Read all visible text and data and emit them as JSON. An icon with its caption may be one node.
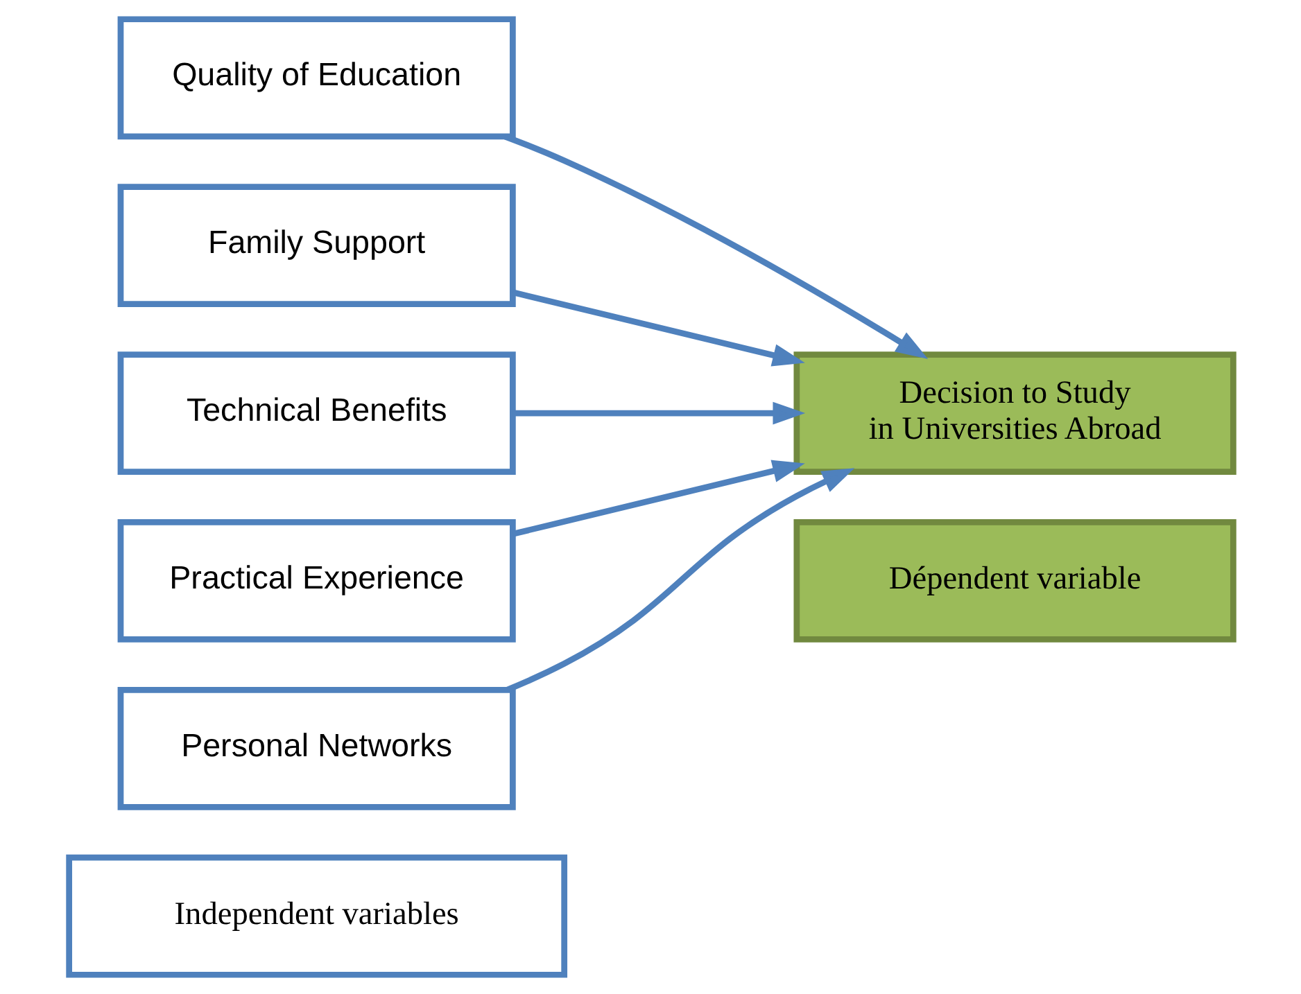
{
  "diagram": {
    "nodes": [
      {
        "text": [
          "Independent variables"
        ]
      },
      {
        "text": [
          "Dépendent variable"
        ]
      },
      {
        "text": [
          "Quality of Education"
        ]
      },
      {
        "text": [
          "Family Support"
        ]
      },
      {
        "text": [
          "Technical Benefits"
        ]
      },
      {
        "text": [
          "Practical Experience"
        ]
      },
      {
        "text": [
          "Personal Networks"
        ]
      },
      {
        "text": [
          "Decision to Study in Universities Abroad"
        ]
      }
    ],
    "edges": [
      {
        "from": 2,
        "to": 7,
        "arrow": "to"
      },
      {
        "from": 3,
        "to": 7,
        "arrow": "to"
      },
      {
        "from": 4,
        "to": 7,
        "arrow": "to"
      },
      {
        "from": 5,
        "to": 7,
        "arrow": "to"
      },
      {
        "from": 6,
        "to": 7,
        "arrow": "to"
      }
    ]
  }
}
